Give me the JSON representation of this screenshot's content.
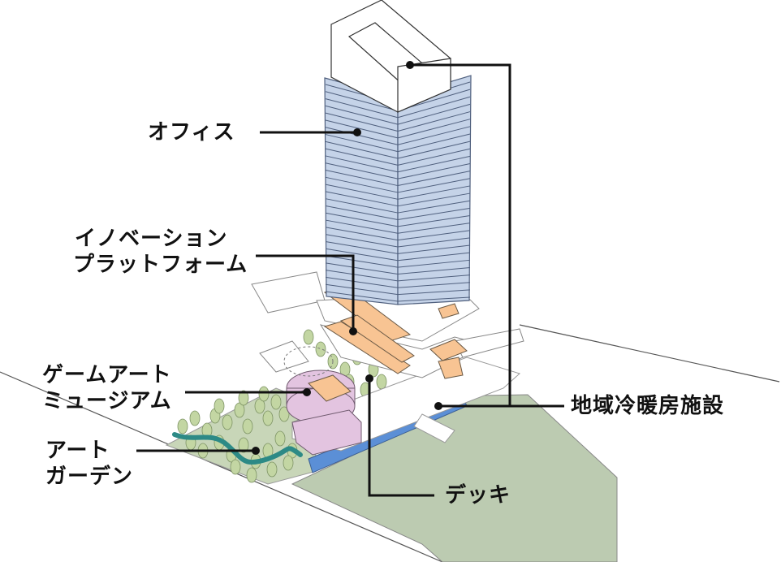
{
  "labels": {
    "office": "オフィス",
    "innovation_line1": "イノベーション",
    "innovation_line2": "プラットフォーム",
    "museum_line1": "ゲームアート",
    "museum_line2": "ミュージアム",
    "garden_line1": "アート",
    "garden_line2": "ガーデン",
    "district_heating": "地域冷暖房施設",
    "deck": "デッキ"
  },
  "colors": {
    "tower_glass": "#c5d3e8",
    "tower_lines": "#50607e",
    "podium_orange": "#f8c493",
    "museum_pink": "#e3c4e0",
    "deck_blue": "#5b8fd6",
    "ground_green": "#bccbb1",
    "garden_tree": "#c3d6a3",
    "water_teal": "#2d8a86"
  }
}
